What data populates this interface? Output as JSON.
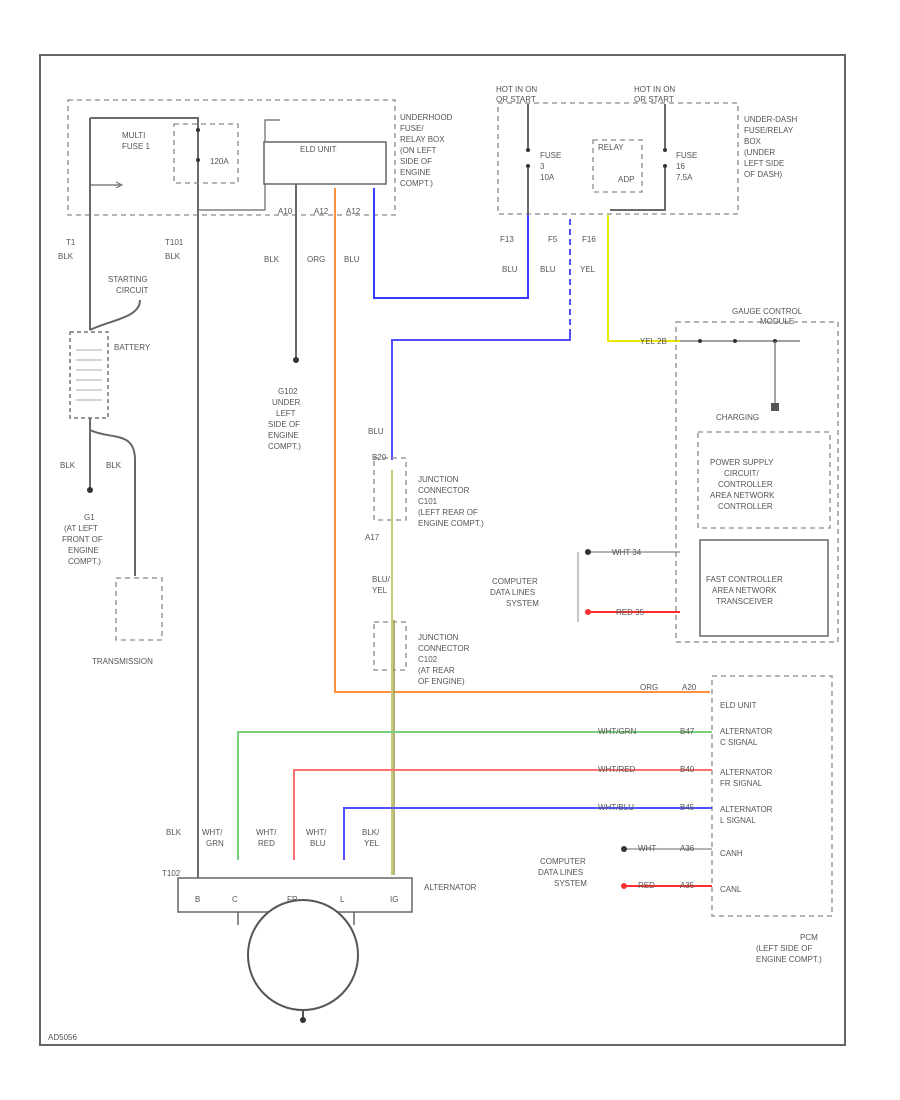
{
  "underhood_box": [
    "UNDERHOOD",
    "FUSE/",
    "RELAY BOX",
    "(ON LEFT",
    "SIDE OF",
    "ENGINE",
    "COMPT.)"
  ],
  "multi_fuse": [
    "MULTI",
    "FUSE 1"
  ],
  "multi_fuse_amp": "120A",
  "elu_unit_top": "ELD UNIT",
  "hot_left": [
    "HOT IN ON",
    "OR START"
  ],
  "hot_right": [
    "HOT IN ON",
    "OR START"
  ],
  "fuse3": [
    "FUSE",
    "3",
    "10A"
  ],
  "fuse16": [
    "FUSE",
    "16",
    "7.5A"
  ],
  "relay": [
    "RELAY",
    "ADP"
  ],
  "underdash_box": [
    "UNDER-DASH",
    "FUSE/RELAY",
    "BOX",
    "(UNDER",
    "LEFT SIDE",
    "OF DASH)"
  ],
  "pins_top": [
    "A10",
    "A12",
    "A12",
    "F13",
    "F5",
    "F16"
  ],
  "t1": "T1",
  "t101": "T101",
  "t102": "T102",
  "blk": "BLK",
  "org": "ORG",
  "blu": "BLU",
  "yel": "YEL",
  "starting_circuit": [
    "STARTING",
    "CIRCUIT"
  ],
  "battery": "BATTERY",
  "g102": [
    "G102",
    "UNDER",
    "LEFT",
    "SIDE OF",
    "ENGINE",
    "COMPT.)"
  ],
  "g1": [
    "G1",
    "(AT LEFT",
    "FRONT OF",
    "ENGINE",
    "COMPT.)"
  ],
  "transmission": "TRANSMISSION",
  "jc_c101": [
    "JUNCTION",
    "CONNECTOR",
    "C101",
    "(LEFT REAR OF",
    "ENGINE COMPT.)"
  ],
  "jc_c102": [
    "JUNCTION",
    "CONNECTOR",
    "C102",
    "(AT REAR",
    "OF ENGINE)"
  ],
  "pin_b20": "B20",
  "pin_a17": "A17",
  "blu_yel": [
    "BLU/",
    "YEL"
  ],
  "gauge_module": [
    "GAUGE CONTROL",
    "MODULE"
  ],
  "yel_grn": "YEL 2B",
  "charging": "CHARGING",
  "power_supply": [
    "POWER SUPPLY",
    "CIRCUIT/",
    "CONTROLLER",
    "AREA NETWORK",
    "CONTROLLER"
  ],
  "fast_can": [
    "FAST CONTROLLER",
    "AREA NETWORK",
    "TRANSCEIVER"
  ],
  "computer_lines": [
    "COMPUTER",
    "DATA LINES",
    "SYSTEM"
  ],
  "wht_34": "WHT 34",
  "red_35": "RED 35",
  "pcm_items": [
    "ELD UNIT",
    "ALTERNATOR",
    "C SIGNAL",
    "ALTERNATOR",
    "FR SIGNAL",
    "ALTERNATOR",
    "L SIGNAL",
    "CANH",
    "CANL"
  ],
  "pcm_wires": [
    "ORG",
    "WHT/GRN",
    "WHT/RED",
    "WHT/BLU",
    "WHT",
    "RED"
  ],
  "pcm_pins": [
    "A20",
    "B47",
    "B40",
    "B45",
    "A36",
    "A35"
  ],
  "pcm": [
    "PCM",
    "(LEFT SIDE OF",
    "ENGINE COMPT.)"
  ],
  "alt_wires": [
    "BLK",
    "WHT/",
    "GRN",
    "WHT/",
    "RED",
    "WHT/",
    "BLU",
    "BLK/",
    "YEL"
  ],
  "alt_terminals": [
    "B",
    "C",
    "FR",
    "L",
    "IG"
  ],
  "alternator": "ALTERNATOR",
  "page_code": "AD5056",
  "colors": {
    "blu": "#3a3aff",
    "org": "#ff9040",
    "yel": "#e8e800",
    "grn": "#60c060",
    "red": "#ff3030",
    "ltred": "#ff7070",
    "ltblu": "#5050ff",
    "olive": "#9a9a40"
  }
}
